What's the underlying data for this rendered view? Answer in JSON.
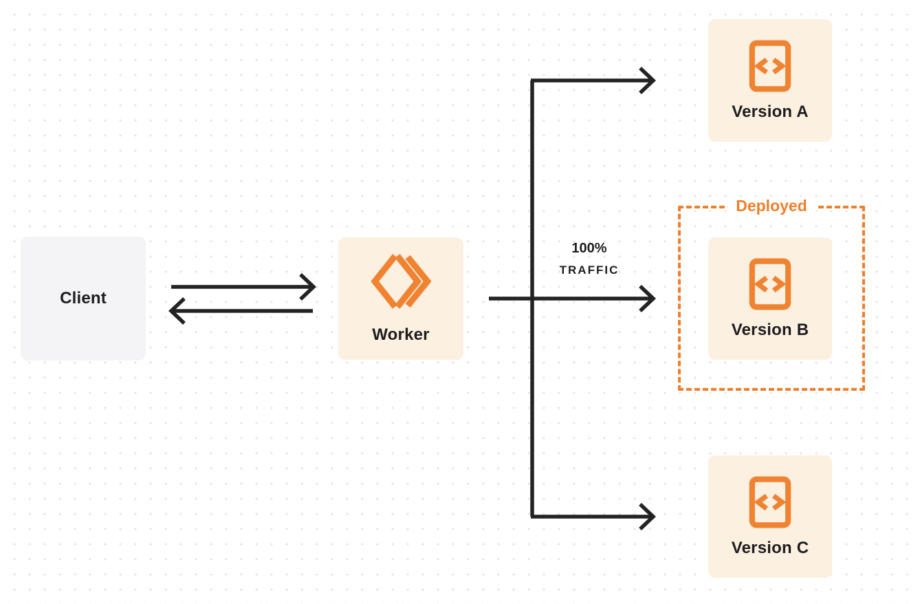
{
  "diagram": {
    "title_implicit": "Worker version traffic routing diagram",
    "nodes": {
      "client": {
        "label": "Client"
      },
      "worker": {
        "label": "Worker",
        "icon": "workers-logo-icon"
      },
      "version_a": {
        "label": "Version A",
        "icon": "code-file-icon"
      },
      "version_b": {
        "label": "Version B",
        "icon": "code-file-icon"
      },
      "version_c": {
        "label": "Version C",
        "icon": "code-file-icon"
      }
    },
    "deployed_group": {
      "label": "Deployed"
    },
    "traffic_label": {
      "line1": "100%",
      "line2": "TRAFFIC"
    },
    "edges": [
      {
        "from": "client",
        "to": "worker",
        "style": "arrow-right"
      },
      {
        "from": "worker",
        "to": "client",
        "style": "arrow-left"
      },
      {
        "from": "worker",
        "to": "version_a",
        "style": "arrow-right"
      },
      {
        "from": "worker",
        "to": "version_b",
        "style": "arrow-right",
        "label": "100% TRAFFIC"
      },
      {
        "from": "worker",
        "to": "version_c",
        "style": "arrow-right"
      }
    ],
    "colors": {
      "orange": "#ee7f2b",
      "node_cream": "#fcf0e1",
      "client_gray": "#f4f4f6",
      "line_dark": "#232323",
      "text_dark": "#1d1d1f",
      "dot_grid": "#e1e1e3"
    }
  }
}
